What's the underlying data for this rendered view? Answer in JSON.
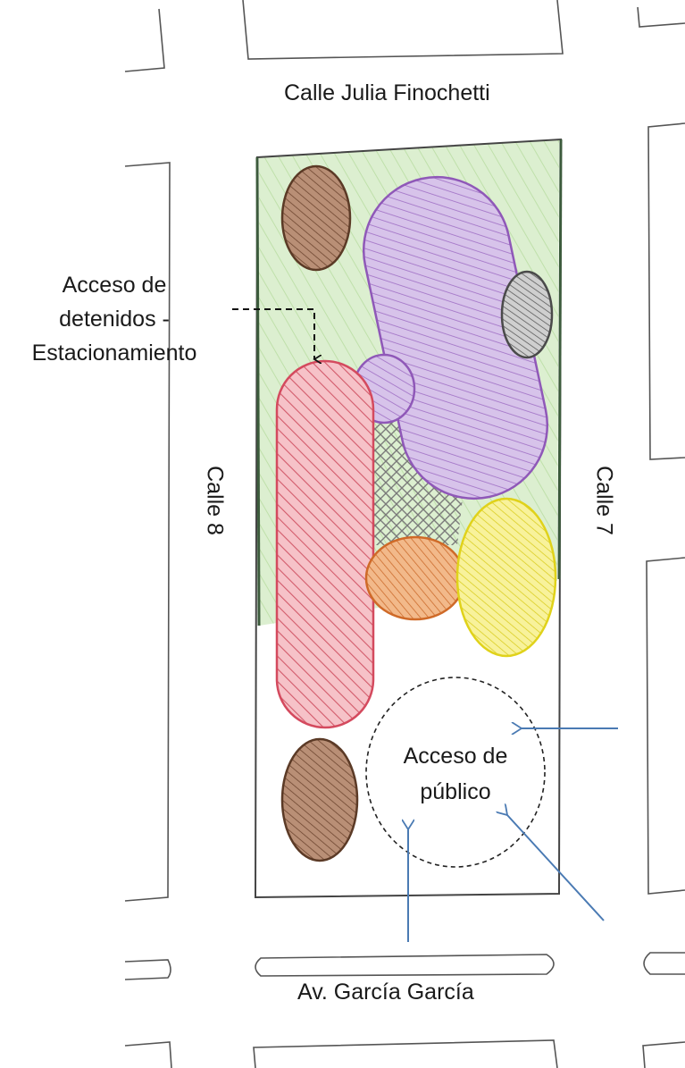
{
  "streets": {
    "north": "Calle Julia Finochetti",
    "south": "Av. García García",
    "west": "Calle 8",
    "east": "Calle 7"
  },
  "annotations": {
    "detainee_access": {
      "line1": "Acceso de",
      "line2": "detenidos -",
      "line3": "Estacionamiento"
    },
    "public_access": {
      "line1": "Acceso de",
      "line2": "público"
    }
  },
  "colors": {
    "grass": "#d6ecc8",
    "brown": "#9a6b52",
    "purple": "#c7aede",
    "gray": "#9c9c9c",
    "red": "#ee8a96",
    "orange": "#e79a5e",
    "yellow": "#f3ec6c",
    "arrow_blue": "#4a7ab3",
    "hatch": "#8f8f8f"
  }
}
